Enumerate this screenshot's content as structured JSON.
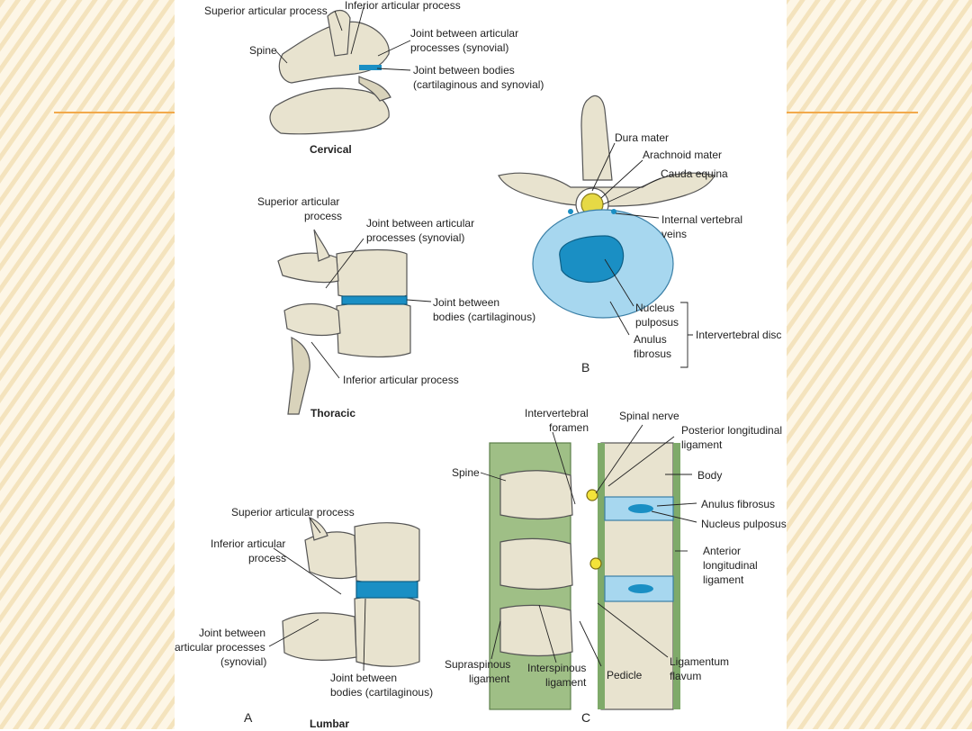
{
  "theme": {
    "slide_bg": "#fdf6e6",
    "stripe": "#f4dfb0",
    "rule": "#f2a94b",
    "bone": "#e8e3cf",
    "bone_dark": "#a9a28a",
    "disc_blue": "#1a8fc4",
    "disc_light": "#a7d7ef",
    "ligament": "#7faa6a"
  },
  "cervical": {
    "title": "Cervical",
    "superior_articular_process": "Superior articular process",
    "inferior_articular_process": "Inferior articular process",
    "spine": "Spine",
    "joint_articular_1": "Joint between articular",
    "joint_articular_2": "processes (synovial)",
    "joint_bodies_1": "Joint between bodies",
    "joint_bodies_2": "(cartilaginous and synovial)"
  },
  "thoracic": {
    "title": "Thoracic",
    "superior_articular_1": "Superior articular",
    "superior_articular_2": "process",
    "joint_articular_1": "Joint between articular",
    "joint_articular_2": "processes (synovial)",
    "joint_bodies_1": "Joint between",
    "joint_bodies_2": "bodies (cartilaginous)",
    "inferior_articular_process": "Inferior articular process"
  },
  "lumbar": {
    "title": "Lumbar",
    "superior_articular_process": "Superior articular process",
    "inferior_articular_1": "Inferior articular",
    "inferior_articular_2": "process",
    "joint_articular_1": "Joint between",
    "joint_articular_2": "articular processes",
    "joint_articular_3": "(synovial)",
    "joint_bodies_1": "Joint between",
    "joint_bodies_2": "bodies (cartilaginous)"
  },
  "panel_b": {
    "dura_mater": "Dura mater",
    "arachnoid_mater": "Arachnoid mater",
    "cauda_equina": "Cauda equina",
    "internal_veins_1": "Internal vertebral",
    "internal_veins_2": "veins",
    "nucleus_1": "Nucleus",
    "nucleus_2": "pulposus",
    "anulus_1": "Anulus",
    "anulus_2": "fibrosus",
    "intervertebral_disc": "Intervertebral disc"
  },
  "panel_c": {
    "intervertebral_foramen_1": "Intervertebral",
    "intervertebral_foramen_2": "foramen",
    "spinal_nerve": "Spinal nerve",
    "posterior_ligament_1": "Posterior longitudinal",
    "posterior_ligament_2": "ligament",
    "spine": "Spine",
    "body": "Body",
    "anulus_fibrosus": "Anulus fibrosus",
    "nucleus_pulposus": "Nucleus pulposus",
    "anterior_ligament_1": "Anterior",
    "anterior_ligament_2": "longitudinal",
    "anterior_ligament_3": "ligament",
    "supraspinous_1": "Supraspinous",
    "supraspinous_2": "ligament",
    "interspinous_1": "Interspinous",
    "interspinous_2": "ligament",
    "pedicle": "Pedicle",
    "ligamentum_flavum_1": "Ligamentum",
    "ligamentum_flavum_2": "flavum"
  },
  "panel_letters": {
    "a": "A",
    "b": "B",
    "c": "C"
  }
}
